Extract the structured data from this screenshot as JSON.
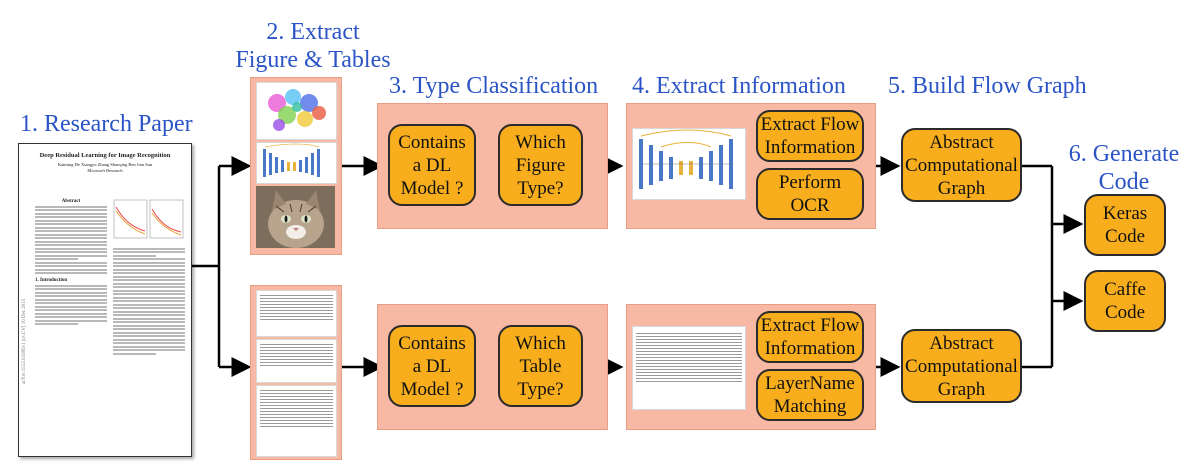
{
  "steps": {
    "s1": "1. Research Paper",
    "s2_line1": "2. Extract",
    "s2_line2": "Figure & Tables",
    "s3": "3. Type Classification",
    "s4": "4. Extract Information",
    "s5": "5. Build Flow Graph",
    "s6_line1": "6. Generate",
    "s6_line2": "Code"
  },
  "top_row": {
    "classify1": "Contains\na DL\nModel ?",
    "classify2": "Which\nFigure\nType?",
    "extract_flow": "Extract Flow\nInformation",
    "ocr": "Perform\nOCR",
    "graph": "Abstract\nComputational\nGraph"
  },
  "bottom_row": {
    "classify1": "Contains\na DL\nModel ?",
    "classify2": "Which\nTable\nType?",
    "extract_flow": "Extract Flow\nInformation",
    "layername": "LayerName\nMatching",
    "graph": "Abstract\nComputational\nGraph"
  },
  "outputs": {
    "keras": "Keras\nCode",
    "caffe": "Caffe\nCode"
  },
  "paper": {
    "title": "Deep Residual Learning for Image Recognition",
    "authors": "Kaiming He   Xiangyu Zhang   Shaoqing Ren   Jian Sun",
    "affiliation": "Microsoft Research",
    "abstract_heading": "Abstract",
    "intro_heading": "1. Introduction",
    "side_text": "arXiv:1512.03385v1 [cs.CV] 10 Dec 2015"
  },
  "colors": {
    "title_blue": "#2b55c6",
    "panel": "#f7b8a4",
    "box_fill": "#f8ae1c"
  }
}
